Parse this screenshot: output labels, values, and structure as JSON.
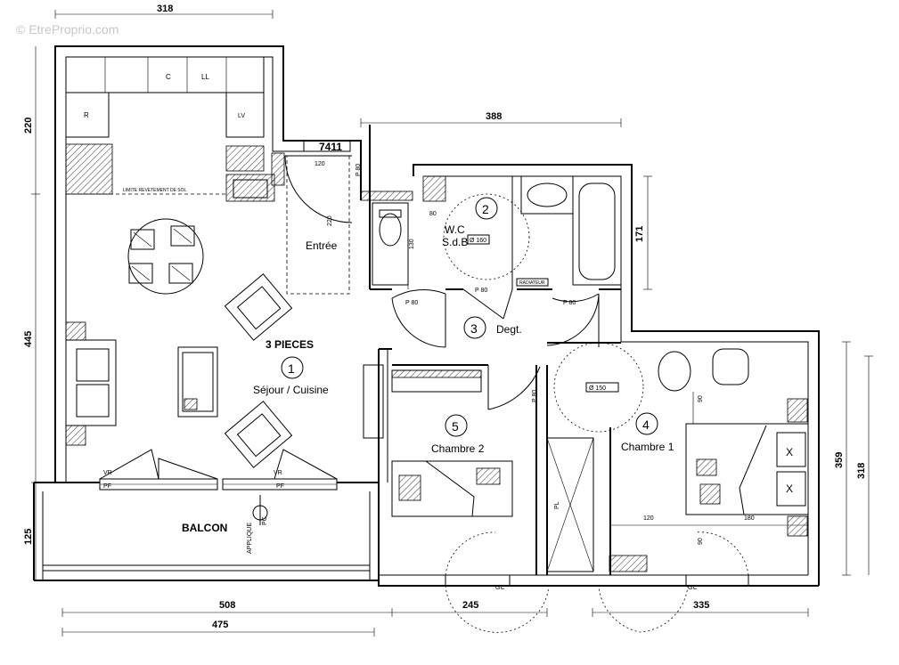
{
  "watermark": "© EtreProprio.com",
  "plan_title": "3 PIECES",
  "plan_code": "7411",
  "rooms": [
    {
      "number": "1",
      "name": "Séjour / Cuisine"
    },
    {
      "number": "2",
      "name_line1": "W.C",
      "name_line2": "S.d.B"
    },
    {
      "number": "3",
      "name": "Degt."
    },
    {
      "number": "4",
      "name": "Chambre 1"
    },
    {
      "number": "5",
      "name": "Chambre 2"
    }
  ],
  "labels": {
    "entree": "Entrée",
    "balcon": "BALCON",
    "kitchen_c": "C",
    "kitchen_ll": "LL",
    "kitchen_r": "R",
    "kitchen_lv": "LV",
    "limite": "LIMITE REVETEMENT DE SOL",
    "radiateur": "RADIATEUR",
    "applique": "APPLIQUE",
    "pc": "PC",
    "pl": "PL",
    "gc_left": "GC",
    "gc_right": "GC",
    "vr_left": "VR",
    "vr_right": "VR",
    "pf_left": "PF",
    "pf_right": "PF",
    "diam_wc": "Ø 160",
    "diam_ch1": "Ø 150",
    "x1": "X",
    "x2": "X"
  },
  "dimensions": {
    "top_318": "318",
    "top_388": "388",
    "left_220": "220",
    "left_445": "445",
    "left_125": "125",
    "right_171": "171",
    "right_359": "359",
    "right_318": "318",
    "bottom_508": "508",
    "bottom_475": "475",
    "bottom_245": "245",
    "bottom_335": "335",
    "entree_120": "120",
    "entree_220": "220",
    "entree_p80": "P 80",
    "wc_80": "80",
    "wc_130": "130",
    "wc_p80": "P 80",
    "degt_p80_left": "P 80",
    "degt_p80_right": "P 80",
    "ch2_p80": "P 80",
    "ch1_120": "120",
    "ch1_180": "180",
    "ch1_90a": "90",
    "ch1_90b": "90"
  }
}
